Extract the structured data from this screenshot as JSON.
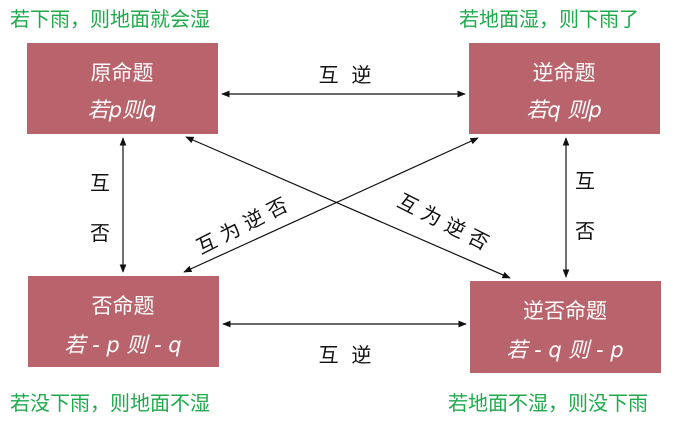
{
  "boxes": {
    "original": {
      "title": "原命题",
      "formula": "若p则q"
    },
    "converse": {
      "title": "逆命题",
      "formula": "若q 则p"
    },
    "inverse": {
      "title": "否命题",
      "formula": "若 - p 则 - q"
    },
    "contrapositive": {
      "title": "逆否命题",
      "formula": "若 - q 则 - p"
    }
  },
  "examples": {
    "original": "若下雨，则地面就会湿",
    "converse": "若地面湿，则下雨了",
    "inverse": "若没下雨，则地面不湿",
    "contrapositive": "若地面不湿，则没下雨"
  },
  "relations": {
    "top": "互  逆",
    "bottom": "互  逆",
    "left_1": "互",
    "left_2": "否",
    "right_1": "互",
    "right_2": "否",
    "diag_left": "互 为 逆 否",
    "diag_right": "互 为 逆 否"
  },
  "colors": {
    "box": "#b9646c",
    "example_text": "#1eaa4b"
  }
}
